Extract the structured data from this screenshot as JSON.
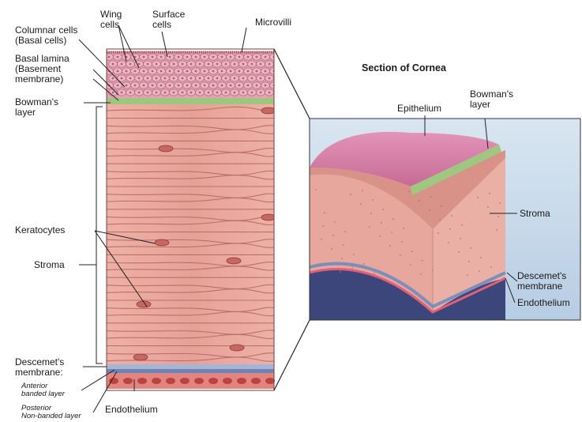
{
  "labels": {
    "wing_cells": "Wing\ncells",
    "surface_cells": "Surface\ncells",
    "microvilli": "Microvilli",
    "columnar_cells": "Columnar cells\n(Basal cells)",
    "basal_lamina": "Basal lamina\n(Basement\nmembrane)",
    "bowmans_layer": "Bowman's\nlayer",
    "keratocytes": "Keratocytes",
    "stroma": "Stroma",
    "descemets_membrane": "Descemet's\nmembrane:",
    "anterior_banded": "Anterior\nbanded layer",
    "posterior_nonbanded": "Posterior\nNon-banded layer",
    "endothelium": "Endothelium"
  },
  "inset": {
    "title": "Section of Cornea",
    "epithelium": "Epithelium",
    "bowmans_layer": "Bowman's\nlayer",
    "stroma": "Stroma",
    "descemets_membrane": "Descemet's\nmembrane",
    "endothelium": "Endothelium"
  },
  "colors": {
    "stroma": "#e9a79e",
    "stroma_line": "#b86e6a",
    "epithelium": "#d487a8",
    "bowman": "#9bc77a",
    "descemet": "#7c8fb8",
    "endothelium": "#d55757",
    "aqueous": "#3f4a7a",
    "inset_bg": "#c5d8ea"
  }
}
